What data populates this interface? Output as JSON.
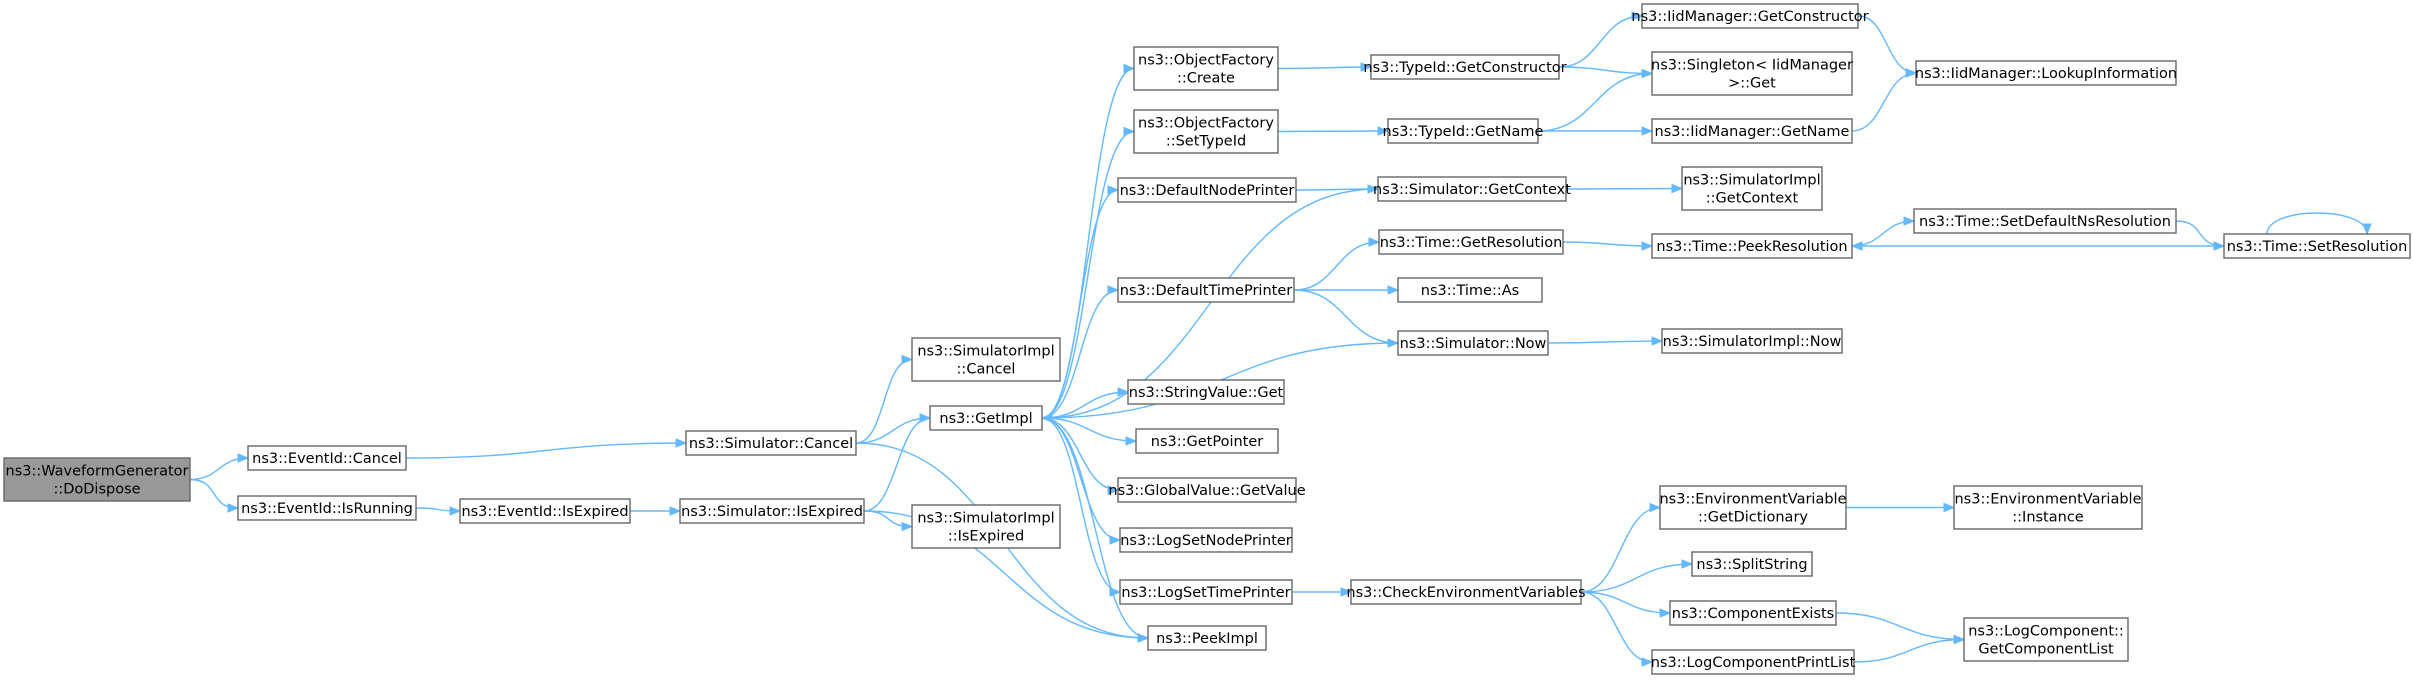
{
  "diagram": {
    "type": "call-graph",
    "colors": {
      "edge": "#63b8ff",
      "node_border": "#666666",
      "node_fill": "#ffffff",
      "root_fill": "#999999"
    },
    "nodes": [
      {
        "id": "n0",
        "lines": [
          "ns3::WaveformGenerator",
          "::DoDispose"
        ],
        "root": true
      },
      {
        "id": "n1",
        "lines": [
          "ns3::EventId::Cancel"
        ]
      },
      {
        "id": "n2",
        "lines": [
          "ns3::EventId::IsRunning"
        ]
      },
      {
        "id": "n3",
        "lines": [
          "ns3::Simulator::Cancel"
        ]
      },
      {
        "id": "n4",
        "lines": [
          "ns3::EventId::IsExpired"
        ]
      },
      {
        "id": "n5",
        "lines": [
          "ns3::Simulator::IsExpired"
        ]
      },
      {
        "id": "n6",
        "lines": [
          "ns3::SimulatorImpl",
          "::Cancel"
        ]
      },
      {
        "id": "n7",
        "lines": [
          "ns3::GetImpl"
        ]
      },
      {
        "id": "n8",
        "lines": [
          "ns3::SimulatorImpl",
          "::IsExpired"
        ]
      },
      {
        "id": "n9",
        "lines": [
          "ns3::PeekImpl"
        ]
      },
      {
        "id": "n10",
        "lines": [
          "ns3::ObjectFactory",
          "::Create"
        ]
      },
      {
        "id": "n11",
        "lines": [
          "ns3::ObjectFactory",
          "::SetTypeId"
        ]
      },
      {
        "id": "n12",
        "lines": [
          "ns3::DefaultNodePrinter"
        ]
      },
      {
        "id": "n13",
        "lines": [
          "ns3::DefaultTimePrinter"
        ]
      },
      {
        "id": "n14",
        "lines": [
          "ns3::StringValue::Get"
        ]
      },
      {
        "id": "n15",
        "lines": [
          "ns3::GetPointer"
        ]
      },
      {
        "id": "n16",
        "lines": [
          "ns3::GlobalValue::GetValue"
        ]
      },
      {
        "id": "n17",
        "lines": [
          "ns3::LogSetNodePrinter"
        ]
      },
      {
        "id": "n18",
        "lines": [
          "ns3::LogSetTimePrinter"
        ]
      },
      {
        "id": "n19",
        "lines": [
          "ns3::TypeId::GetConstructor"
        ]
      },
      {
        "id": "n20",
        "lines": [
          "ns3::TypeId::GetName"
        ]
      },
      {
        "id": "n21",
        "lines": [
          "ns3::Simulator::GetContext"
        ]
      },
      {
        "id": "n22",
        "lines": [
          "ns3::Time::GetResolution"
        ]
      },
      {
        "id": "n23",
        "lines": [
          "ns3::Time::As"
        ]
      },
      {
        "id": "n24",
        "lines": [
          "ns3::Simulator::Now"
        ]
      },
      {
        "id": "n25",
        "lines": [
          "ns3::CheckEnvironmentVariables"
        ]
      },
      {
        "id": "n26",
        "lines": [
          "ns3::IidManager::GetConstructor"
        ]
      },
      {
        "id": "n27",
        "lines": [
          "ns3::Singleton< IidManager",
          " >::Get"
        ]
      },
      {
        "id": "n28",
        "lines": [
          "ns3::IidManager::GetName"
        ]
      },
      {
        "id": "n29",
        "lines": [
          "ns3::SimulatorImpl",
          "::GetContext"
        ]
      },
      {
        "id": "n30",
        "lines": [
          "ns3::Time::PeekResolution"
        ]
      },
      {
        "id": "n31",
        "lines": [
          "ns3::SimulatorImpl::Now"
        ]
      },
      {
        "id": "n32",
        "lines": [
          "ns3::EnvironmentVariable",
          "::GetDictionary"
        ]
      },
      {
        "id": "n33",
        "lines": [
          "ns3::SplitString"
        ]
      },
      {
        "id": "n34",
        "lines": [
          "ns3::ComponentExists"
        ]
      },
      {
        "id": "n35",
        "lines": [
          "ns3::LogComponentPrintList"
        ]
      },
      {
        "id": "n36",
        "lines": [
          "ns3::IidManager::LookupInformation"
        ]
      },
      {
        "id": "n37",
        "lines": [
          "ns3::Time::SetDefaultNsResolution"
        ]
      },
      {
        "id": "n38",
        "lines": [
          "ns3::EnvironmentVariable",
          "::Instance"
        ]
      },
      {
        "id": "n39",
        "lines": [
          "ns3::LogComponent::",
          "GetComponentList"
        ]
      },
      {
        "id": "n40",
        "lines": [
          "ns3::Time::SetResolution"
        ]
      }
    ],
    "edges": [
      {
        "from": "n0",
        "to": "n1"
      },
      {
        "from": "n0",
        "to": "n2"
      },
      {
        "from": "n1",
        "to": "n3"
      },
      {
        "from": "n2",
        "to": "n4"
      },
      {
        "from": "n3",
        "to": "n6"
      },
      {
        "from": "n3",
        "to": "n7"
      },
      {
        "from": "n3",
        "to": "n9"
      },
      {
        "from": "n4",
        "to": "n5"
      },
      {
        "from": "n5",
        "to": "n7"
      },
      {
        "from": "n5",
        "to": "n8"
      },
      {
        "from": "n5",
        "to": "n9"
      },
      {
        "from": "n7",
        "to": "n10"
      },
      {
        "from": "n7",
        "to": "n11"
      },
      {
        "from": "n7",
        "to": "n12"
      },
      {
        "from": "n7",
        "to": "n13"
      },
      {
        "from": "n7",
        "to": "n14"
      },
      {
        "from": "n7",
        "to": "n15"
      },
      {
        "from": "n7",
        "to": "n16"
      },
      {
        "from": "n7",
        "to": "n17"
      },
      {
        "from": "n7",
        "to": "n18"
      },
      {
        "from": "n7",
        "to": "n9"
      },
      {
        "from": "n10",
        "to": "n19"
      },
      {
        "from": "n11",
        "to": "n20"
      },
      {
        "from": "n12",
        "to": "n21"
      },
      {
        "from": "n13",
        "to": "n22"
      },
      {
        "from": "n13",
        "to": "n23"
      },
      {
        "from": "n13",
        "to": "n24"
      },
      {
        "from": "n18",
        "to": "n25"
      },
      {
        "from": "n19",
        "to": "n26"
      },
      {
        "from": "n19",
        "to": "n27"
      },
      {
        "from": "n20",
        "to": "n27"
      },
      {
        "from": "n20",
        "to": "n28"
      },
      {
        "from": "n21",
        "to": "n7"
      },
      {
        "from": "n21",
        "to": "n29"
      },
      {
        "from": "n22",
        "to": "n30"
      },
      {
        "from": "n24",
        "to": "n7"
      },
      {
        "from": "n24",
        "to": "n31"
      },
      {
        "from": "n25",
        "to": "n32"
      },
      {
        "from": "n25",
        "to": "n33"
      },
      {
        "from": "n25",
        "to": "n34"
      },
      {
        "from": "n25",
        "to": "n35"
      },
      {
        "from": "n26",
        "to": "n36"
      },
      {
        "from": "n28",
        "to": "n36"
      },
      {
        "from": "n30",
        "to": "n37"
      },
      {
        "from": "n32",
        "to": "n38"
      },
      {
        "from": "n34",
        "to": "n39"
      },
      {
        "from": "n35",
        "to": "n39"
      },
      {
        "from": "n37",
        "to": "n40"
      },
      {
        "from": "n40",
        "to": "n30"
      },
      {
        "from": "n40",
        "to": "n40"
      }
    ]
  }
}
